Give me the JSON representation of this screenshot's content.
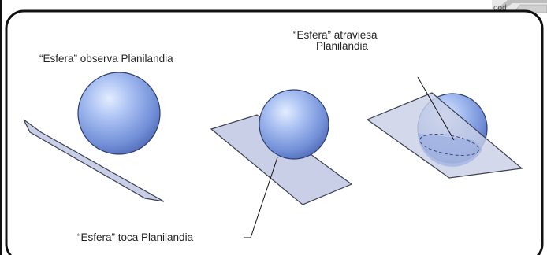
{
  "labels": {
    "observe": "“Esfera” observa Planilandia",
    "touch": "“Esfera” toca Planilandia",
    "cross_line1": "“Esfera” atraviesa",
    "cross_line2": "Planilandia"
  },
  "corner_logo": "ood",
  "colors": {
    "background": "#ffffff",
    "frame": "#111111",
    "plane_fill": "#c9cfe6",
    "plane_stroke": "#3b3f52",
    "sphere_light": "#cfe0ff",
    "sphere_mid": "#7d98dd",
    "sphere_dark": "#4a64b3",
    "text": "#222222"
  }
}
